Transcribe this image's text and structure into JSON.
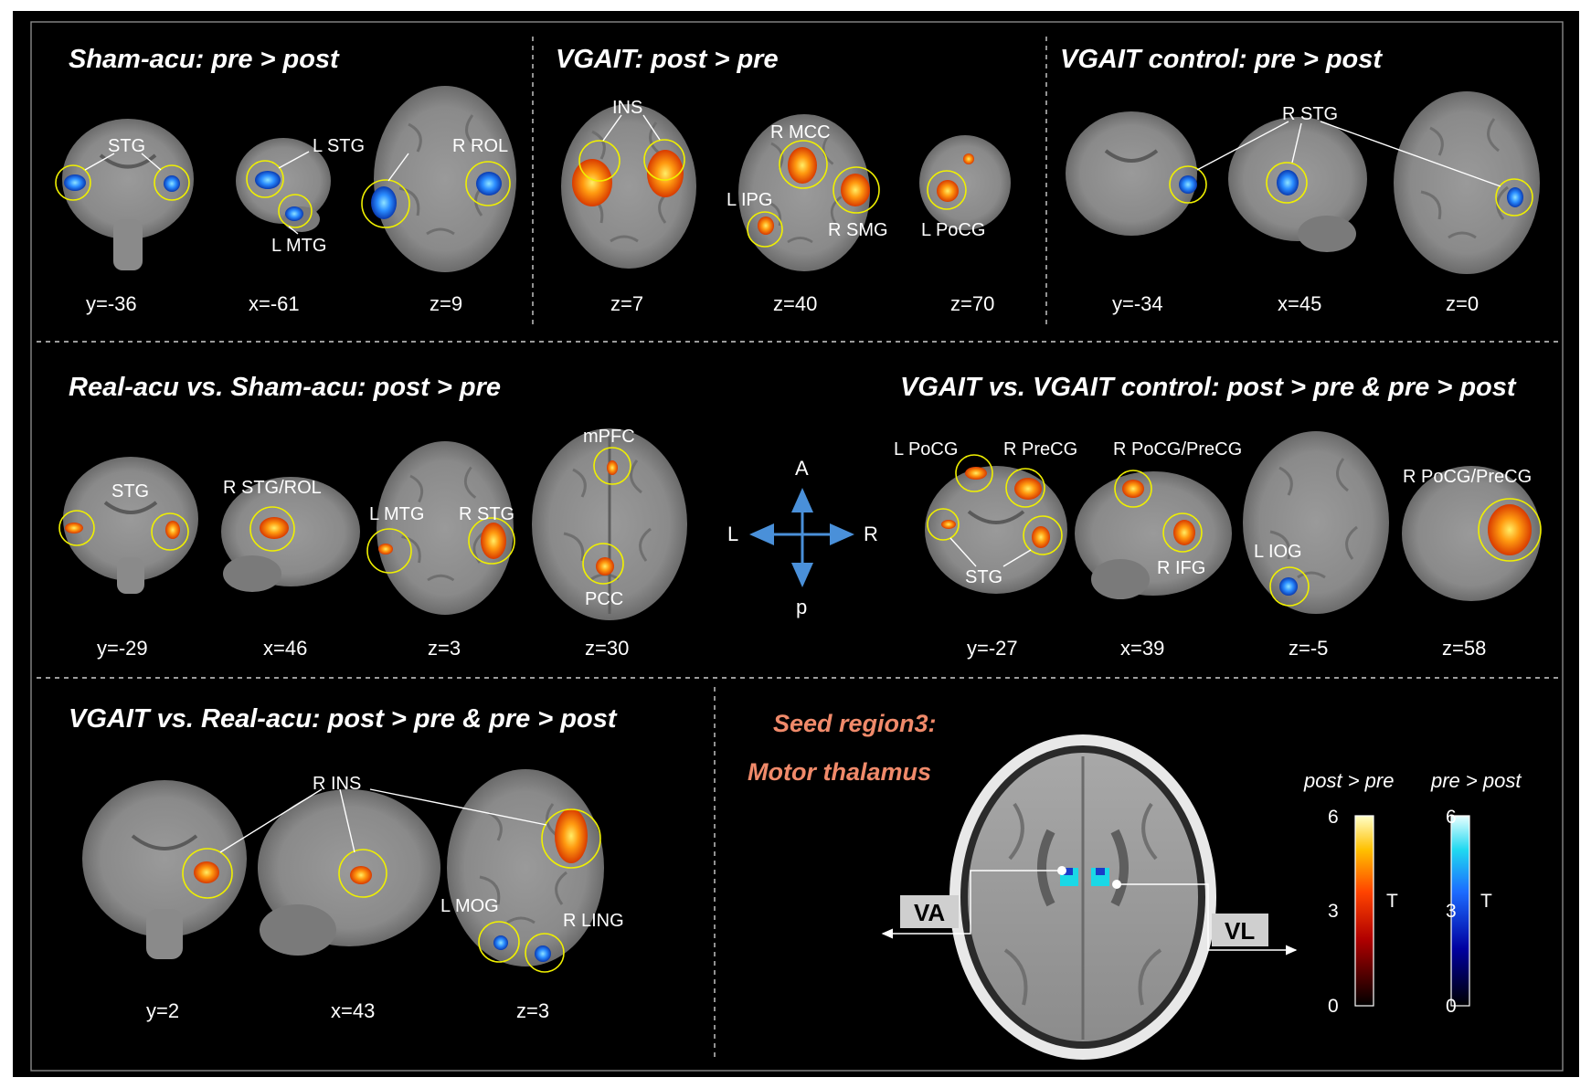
{
  "panels": {
    "sham": {
      "title": "Sham-acu: pre > post",
      "labels": {
        "stg": "STG",
        "lstg": "L STG",
        "lmtg": "L MTG",
        "rrol": "R ROL"
      },
      "coords": [
        "y=-36",
        "x=-61",
        "z=9"
      ]
    },
    "vgait": {
      "title": "VGAIT: post > pre",
      "labels": {
        "ins": "INS",
        "rmcc": "R MCC",
        "lipg": "L IPG",
        "rsmg": "R SMG",
        "lpocg": "L PoCG"
      },
      "coords": [
        "z=7",
        "z=40",
        "z=70"
      ]
    },
    "vgait_control": {
      "title": "VGAIT control: pre > post",
      "labels": {
        "rstg": "R STG"
      },
      "coords": [
        "y=-34",
        "x=45",
        "z=0"
      ]
    },
    "real_vs_sham": {
      "title": "Real-acu vs. Sham-acu: post > pre",
      "labels": {
        "stg": "STG",
        "rstgrol": "R STG/ROL",
        "lmtg": "L MTG",
        "rstg": "R STG",
        "mpfc": "mPFC",
        "pcc": "PCC"
      },
      "coords": [
        "y=-29",
        "x=46",
        "z=3",
        "z=30"
      ]
    },
    "vgait_vs_control": {
      "title": "VGAIT vs. VGAIT control: post > pre & pre > post",
      "labels": {
        "lpocg": "L PoCG",
        "rprecg": "R PreCG",
        "rpocgprecg1": "R PoCG/PreCG",
        "stg": "STG",
        "rifg": "R IFG",
        "liog": "L IOG",
        "rpocgprecg2": "R PoCG/PreCG"
      },
      "coords": [
        "y=-27",
        "x=39",
        "z=-5",
        "z=58"
      ]
    },
    "vgait_vs_real": {
      "title": "VGAIT vs. Real-acu: post > pre & pre > post",
      "labels": {
        "rins": "R INS",
        "lmog": "L MOG",
        "rling": "R LING"
      },
      "coords": [
        "y=2",
        "x=43",
        "z=3"
      ]
    }
  },
  "orientation": {
    "a": "A",
    "l": "L",
    "r": "R",
    "p": "p"
  },
  "seed": {
    "line1": "Seed region3:",
    "line2": "Motor thalamus",
    "va": "VA",
    "vl": "VL"
  },
  "colorbars": {
    "post_pre": {
      "title": "post > pre",
      "max": "6",
      "mid": "3",
      "min": "0",
      "unit": "T"
    },
    "pre_post": {
      "title": "pre > post",
      "max": "6",
      "mid": "3",
      "min": "0",
      "unit": "T"
    }
  },
  "colors": {
    "background": "#000000",
    "circle": "#f0f000",
    "positive": "#ff8800",
    "negative": "#1e78ff",
    "seed_text": "#f08a6a",
    "arrow": "#4a90d9"
  }
}
